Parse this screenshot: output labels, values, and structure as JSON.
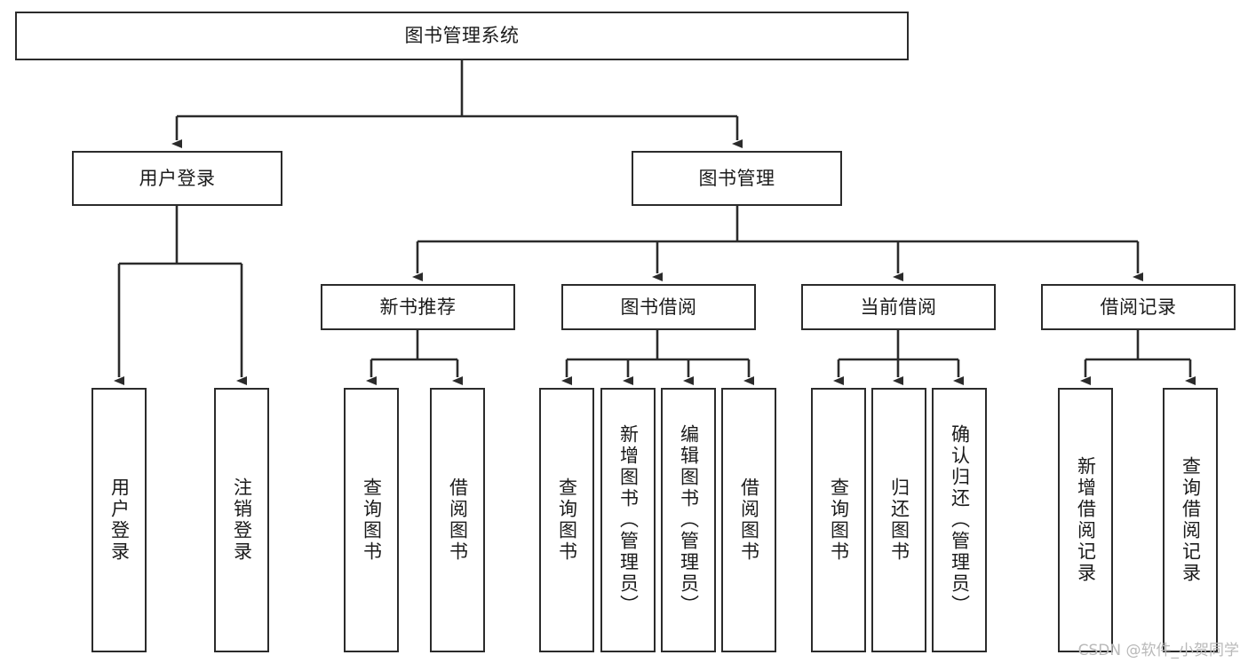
{
  "diagram": {
    "type": "tree-hierarchy-chart",
    "title": "图书管理系统",
    "stroke_color": "#2b2b2b",
    "fill_color": "#ffffff",
    "text_color": "#1b1b1b",
    "background": "#ffffff"
  },
  "nodes": {
    "root": {
      "label": "图书管理系统"
    },
    "level2": [
      {
        "id": "user-login",
        "label": "用户登录"
      },
      {
        "id": "book-manage",
        "label": "图书管理"
      }
    ],
    "level3": [
      {
        "id": "new-book-recommend",
        "label": "新书推荐"
      },
      {
        "id": "book-borrow",
        "label": "图书借阅"
      },
      {
        "id": "current-borrow",
        "label": "当前借阅"
      },
      {
        "id": "borrow-record",
        "label": "借阅记录"
      }
    ],
    "leaves": {
      "user-login": [
        {
          "id": "leaf-user-login",
          "label": "用户登录"
        },
        {
          "id": "leaf-user-logout",
          "label": "注销登录"
        }
      ],
      "new-book-recommend": [
        {
          "id": "leaf-query-book-1",
          "label": "查询图书"
        },
        {
          "id": "leaf-borrow-book-1",
          "label": "借阅图书"
        }
      ],
      "book-borrow": [
        {
          "id": "leaf-query-book-2",
          "label": "查询图书"
        },
        {
          "id": "leaf-add-book",
          "label": "新增图书（管理员）"
        },
        {
          "id": "leaf-edit-book",
          "label": "编辑图书（管理员）"
        },
        {
          "id": "leaf-borrow-book-2",
          "label": "借阅图书"
        }
      ],
      "current-borrow": [
        {
          "id": "leaf-query-book-3",
          "label": "查询图书"
        },
        {
          "id": "leaf-return-book",
          "label": "归还图书"
        },
        {
          "id": "leaf-confirm-return",
          "label": "确认归还（管理员）"
        }
      ],
      "borrow-record": [
        {
          "id": "leaf-add-record",
          "label": "新增借阅记录"
        },
        {
          "id": "leaf-query-record",
          "label": "查询借阅记录"
        }
      ]
    }
  },
  "watermark": {
    "text": "CSDN @软件_小贺同学",
    "color": "#b9b9b9"
  }
}
